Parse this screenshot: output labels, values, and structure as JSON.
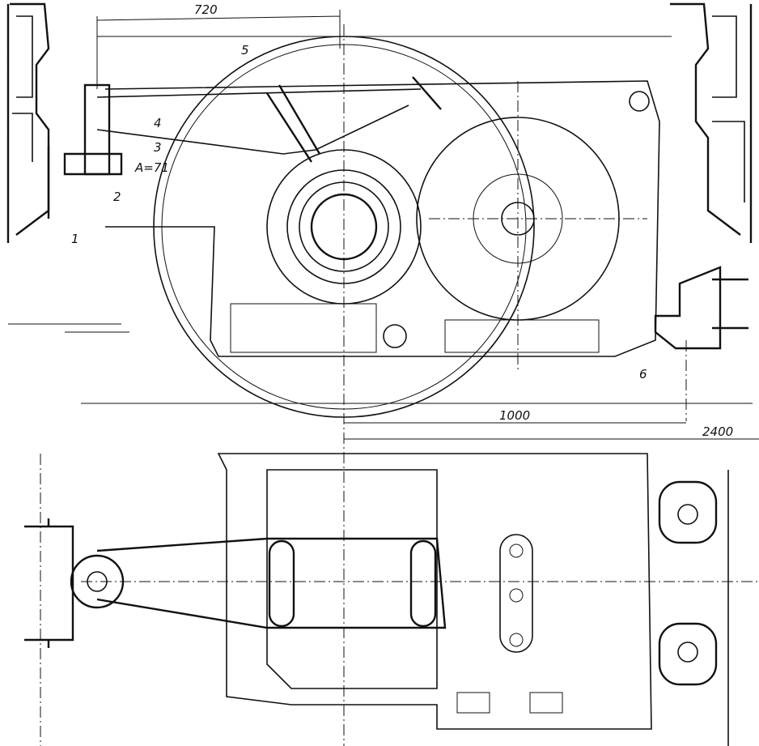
{
  "drawing": {
    "dimensions": {
      "top_span": "720",
      "lower_span": "1000",
      "overall": "2400"
    },
    "callouts": {
      "c1": "1",
      "c2": "2",
      "c3": "3",
      "c4": "4",
      "c5": "5",
      "c6": "6",
      "gap": "A=71"
    }
  }
}
